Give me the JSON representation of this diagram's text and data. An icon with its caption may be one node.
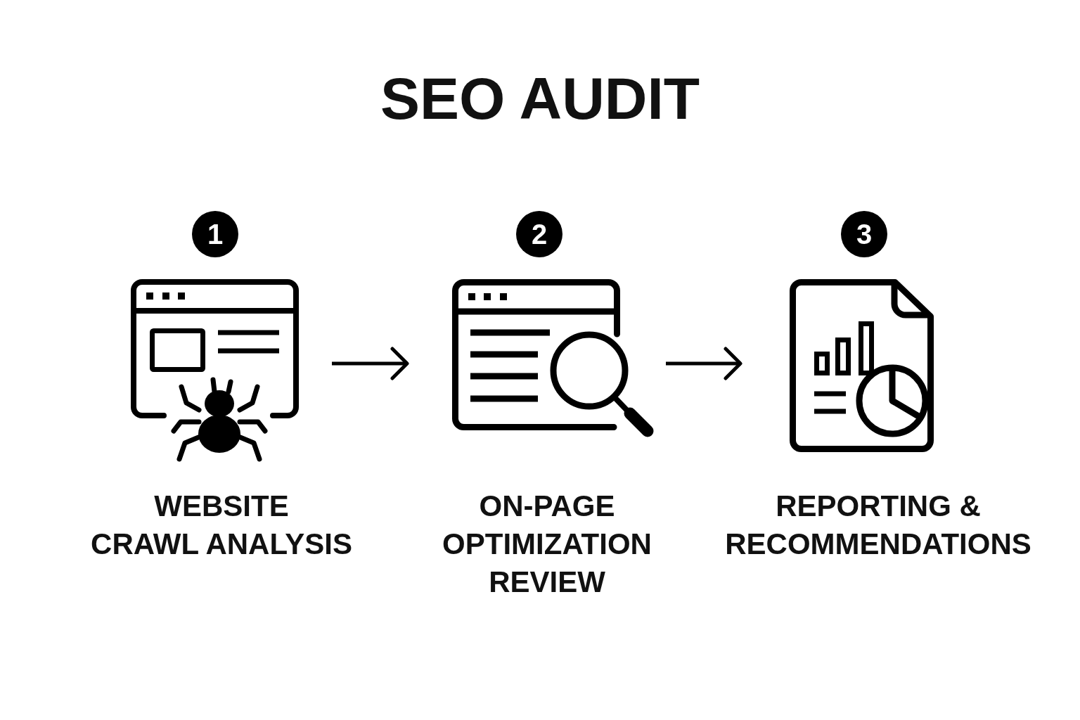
{
  "diagram": {
    "title": "SEO AUDIT",
    "nodes": [
      {
        "text": [],
        "shape": "picture",
        "beside": [
          "1",
          "WEBSITE CRAWL ANALYSIS"
        ]
      },
      {
        "text": [],
        "shape": "picture",
        "beside": [
          "2",
          "ON-PAGE OPTIMIZATION REVIEW"
        ]
      },
      {
        "text": [],
        "shape": "picture",
        "beside": [
          "3",
          "REPORTING & RECOMMENDATIONS"
        ]
      }
    ],
    "edges": [
      {
        "from": 0,
        "to": 1,
        "arrow": "to"
      },
      {
        "from": 1,
        "to": 2,
        "arrow": "to"
      }
    ]
  }
}
